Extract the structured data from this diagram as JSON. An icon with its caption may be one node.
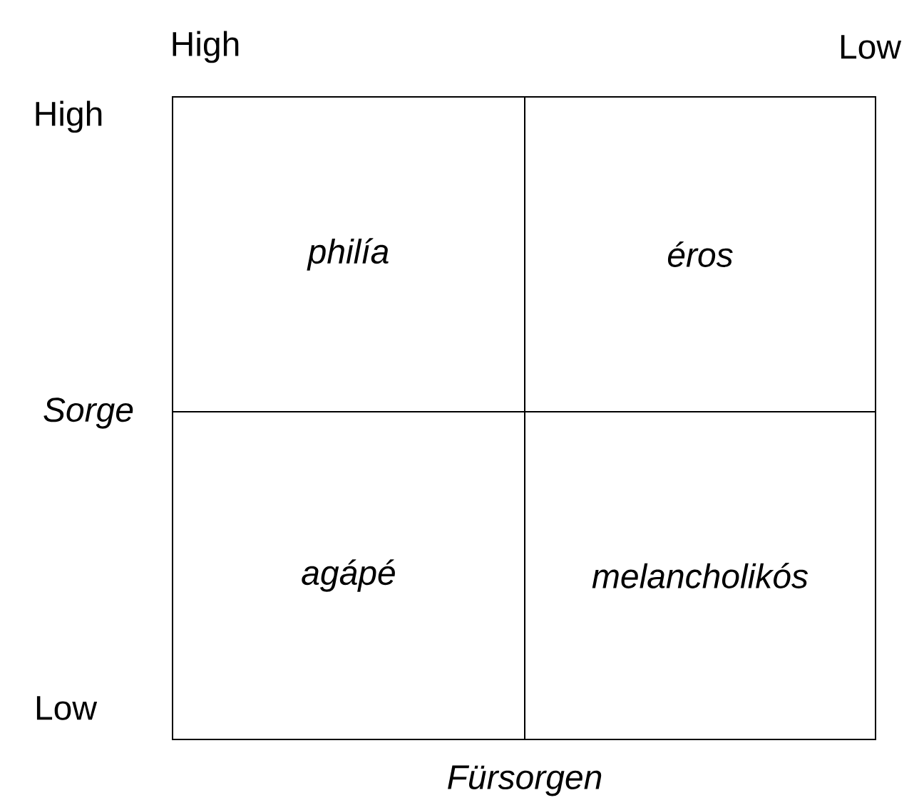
{
  "diagram": {
    "nodes": [
      {
        "text": [
          "*philía*"
        ]
      },
      {
        "text": [
          "*éros*"
        ]
      },
      {
        "text": [
          "*agápé*"
        ]
      },
      {
        "text": [
          "*melancholikós*"
        ]
      }
    ],
    "labels": [
      "High",
      "Low",
      "High",
      "*Sorge*",
      "Low",
      "*Fürsorgen*"
    ]
  }
}
